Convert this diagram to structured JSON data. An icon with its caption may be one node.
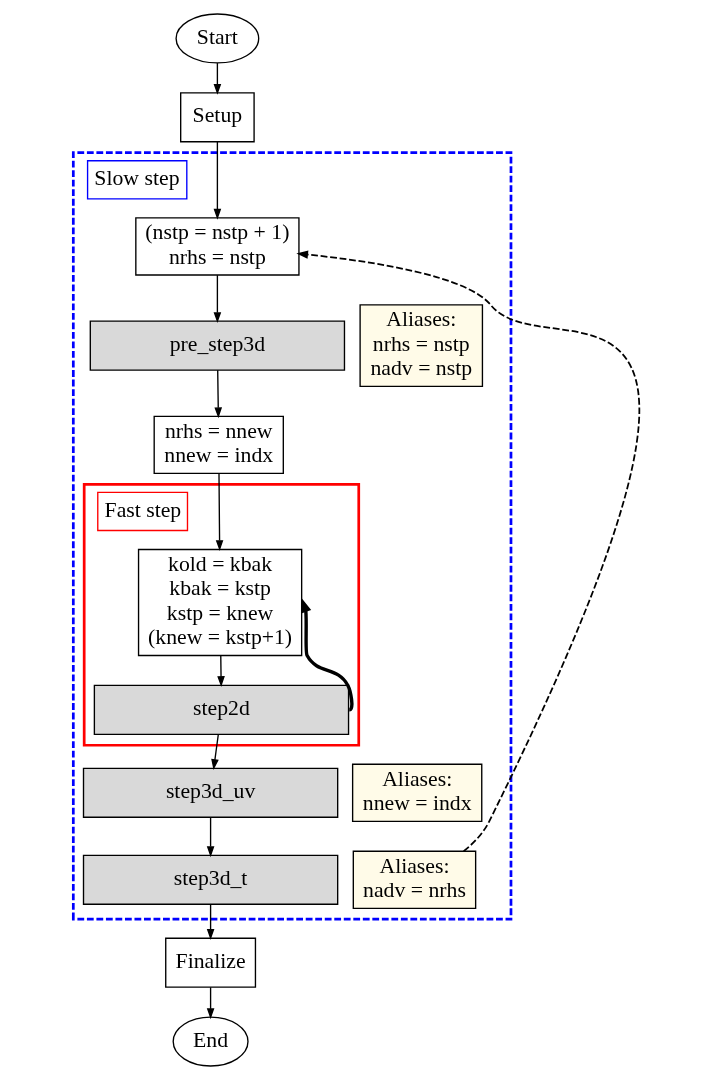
{
  "diagram": {
    "nodes": [
      {
        "text": [
          "Start"
        ]
      },
      {
        "text": [
          "Setup"
        ]
      },
      {
        "text": [
          "Slow step"
        ]
      },
      {
        "text": [
          "(nstp = nstp + 1)",
          "nrhs = nstp"
        ],
        "in": 2
      },
      {
        "text": [
          "pre_step3d"
        ],
        "in": 2
      },
      {
        "text": [
          "Aliases:",
          "nrhs = nstp",
          "nadv = nstp"
        ],
        "in": 2
      },
      {
        "text": [
          "nrhs = nnew",
          "nnew = indx"
        ],
        "in": 2
      },
      {
        "text": [
          "Fast step"
        ],
        "in": 2
      },
      {
        "text": [
          "kold = kbak",
          "kbak = kstp",
          "kstp = knew",
          "(knew = kstp+1)"
        ],
        "in": 7
      },
      {
        "text": [
          "step2d"
        ],
        "in": 7
      },
      {
        "text": [
          "step3d_uv"
        ],
        "in": 2
      },
      {
        "text": [
          "Aliases:",
          "nnew = indx"
        ],
        "in": 2
      },
      {
        "text": [
          "step3d_t"
        ],
        "in": 2
      },
      {
        "text": [
          "Aliases:",
          "nadv = nrhs"
        ],
        "in": 2
      },
      {
        "text": [
          "Finalize"
        ]
      },
      {
        "text": [
          "End"
        ]
      }
    ],
    "edges": [
      {
        "from": 0,
        "to": 1,
        "arrow": "to"
      },
      {
        "from": 1,
        "to": 3,
        "arrow": "to"
      },
      {
        "from": 3,
        "to": 4,
        "arrow": "to"
      },
      {
        "from": 4,
        "to": 6,
        "arrow": "to"
      },
      {
        "from": 6,
        "to": 8,
        "arrow": "to"
      },
      {
        "from": 8,
        "to": 9,
        "arrow": "to"
      },
      {
        "from": 9,
        "to": 8,
        "arrow": "to",
        "style": "thick"
      },
      {
        "from": 9,
        "to": 10,
        "arrow": "to"
      },
      {
        "from": 10,
        "to": 12,
        "arrow": "to"
      },
      {
        "from": 12,
        "to": 14,
        "arrow": "to"
      },
      {
        "from": 14,
        "to": 15,
        "arrow": "to"
      },
      {
        "from": 13,
        "to": 3,
        "arrow": "to",
        "style": "dashed"
      }
    ]
  }
}
